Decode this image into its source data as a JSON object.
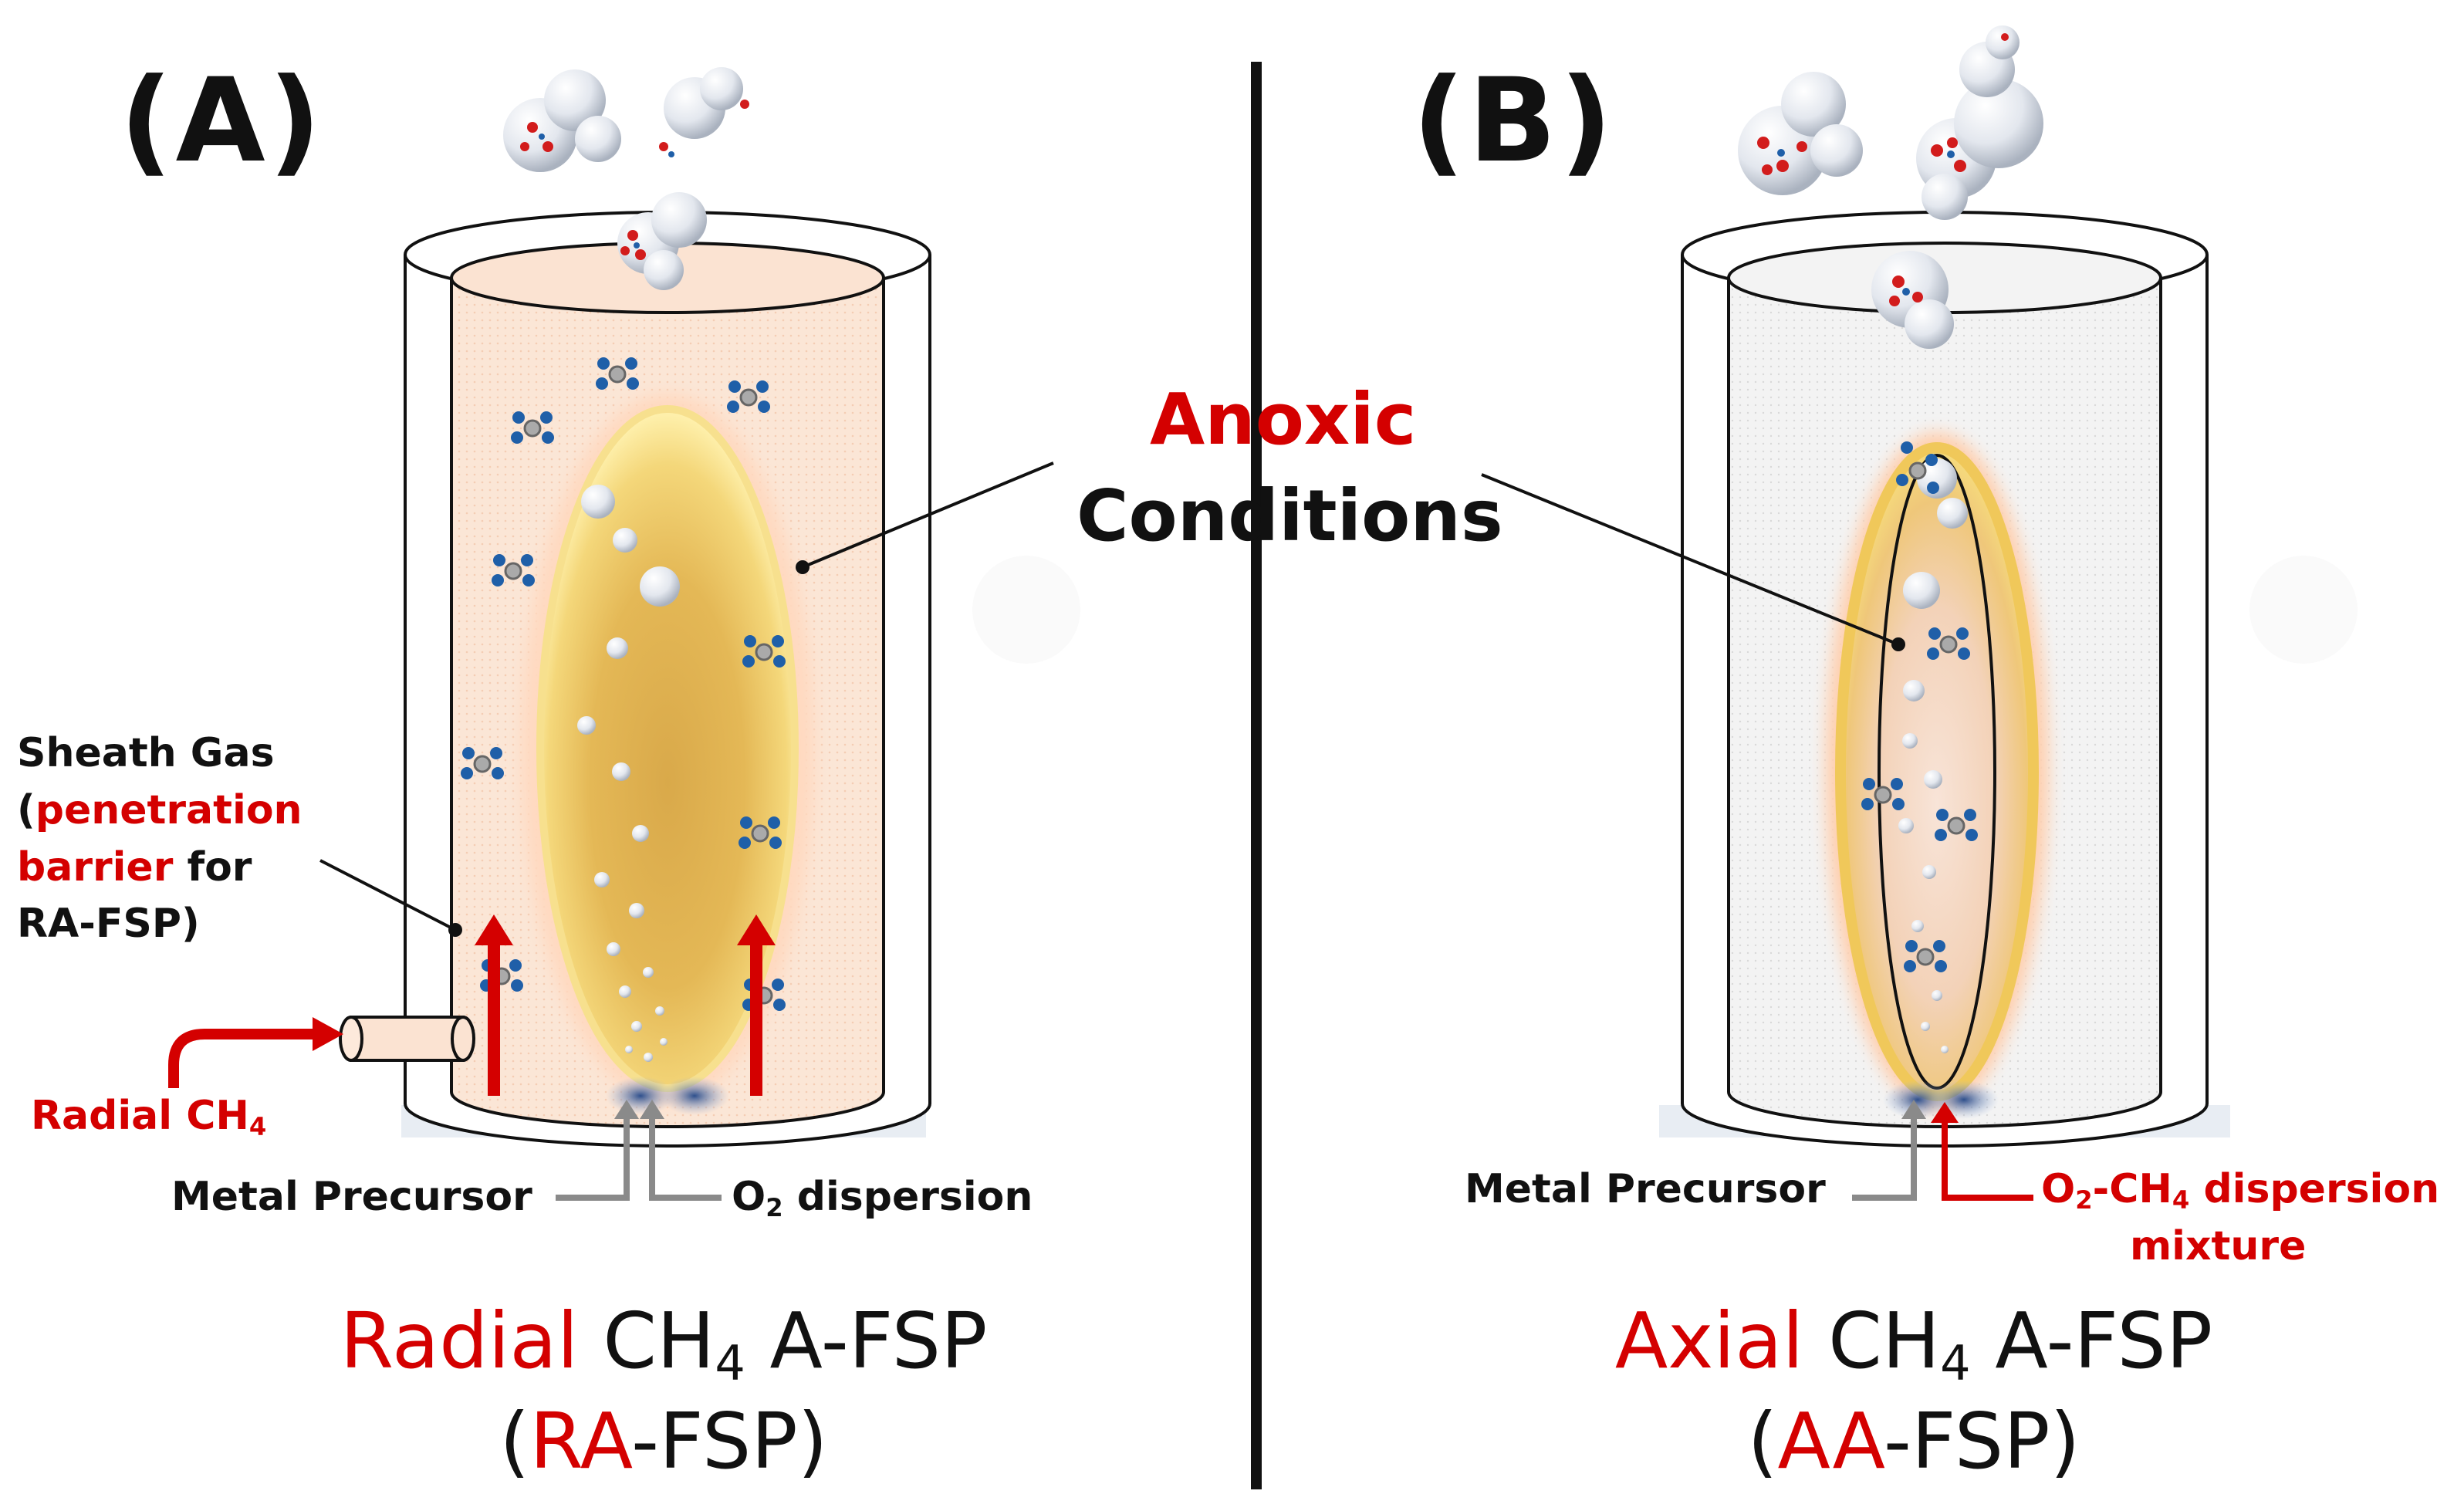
{
  "panel_a": {
    "letter": "(A)",
    "sheath": {
      "line1": "Sheath Gas",
      "paren_open": "(",
      "penetration": "penetration",
      "barrier": "barrier",
      "for": " for",
      "line4": "RA-FSP)"
    },
    "radial_ch": "Radial CH",
    "radial_sub": "4",
    "metal_precursor": "Metal Precursor",
    "o2_o": "O",
    "o2_sub": "2",
    "o2_rest": " dispersion",
    "title_red": "Radial",
    "title_ch": " CH",
    "title_sub": "4",
    "title_rest": " A-FSP",
    "abbr_open": "(",
    "abbr_red": "RA",
    "abbr_rest": "-FSP)"
  },
  "panel_b": {
    "letter": "(B)",
    "metal_precursor": "Metal Precursor",
    "mix_o": "O",
    "mix_sub1": "2",
    "mix_ch": "-CH",
    "mix_sub2": "4",
    "mix_rest": " dispersion",
    "mix_line2": "mixture",
    "title_red": "Axial",
    "title_ch": " CH",
    "title_sub": "4",
    "title_rest": " A-FSP",
    "abbr_open": "(",
    "abbr_red": "AA",
    "abbr_rest": "-FSP)"
  },
  "center": {
    "anoxic": "Anoxic",
    "conditions": "Conditions"
  },
  "colors": {
    "accent_red": "#d40000",
    "sheath_fill": "#fbe3d2",
    "flame_gold": "#e8b948",
    "methane_blue": "#1f5fa8",
    "oxygen_red": "#d21c1c"
  }
}
